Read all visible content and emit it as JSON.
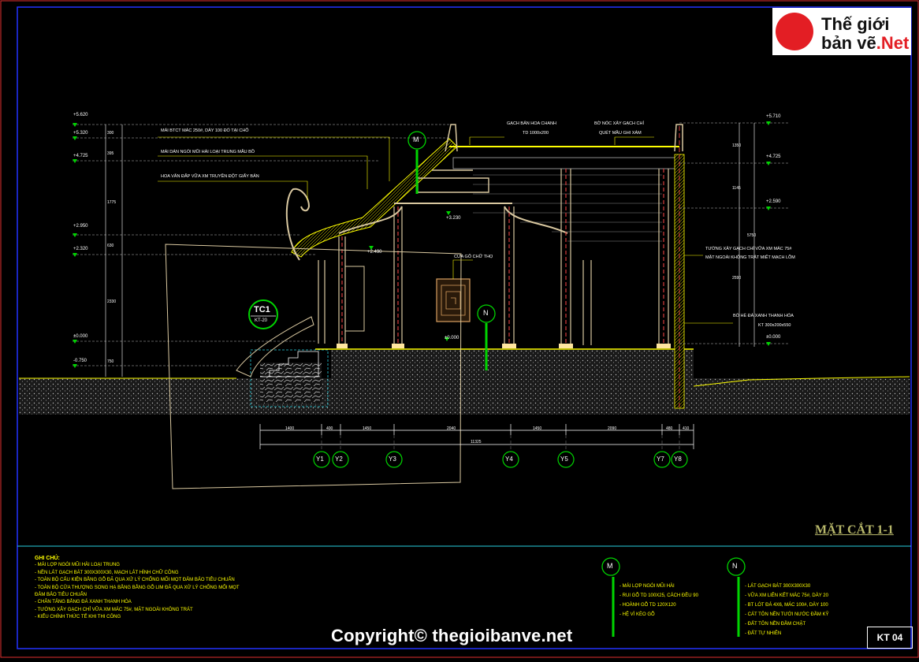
{
  "logo": {
    "line1": "Thế giới",
    "line2": "bản vẽ",
    "line2_suffix": ".Net"
  },
  "watermark": "Copyright© thegioibanve.net",
  "drawing_title": "MẶT CẮT 1-1",
  "sheet_number": "KT 04",
  "callout_tc1": {
    "label": "TC1",
    "ref": "KT-20"
  },
  "markers": {
    "m": "M",
    "n": "N"
  },
  "levels_left": [
    "+5.620",
    "+5.320",
    "+4.725",
    "+2.950",
    "+2.320",
    "±0.000",
    "-0.750"
  ],
  "levels_right": [
    "+5.710",
    "+4.725",
    "+2.590",
    "±0.000"
  ],
  "levels_inner": [
    "+2.490",
    "+3.230",
    "±0.000"
  ],
  "callouts_left": [
    "MÁI BTCT MÁC 250#, DÀY 100 ĐỔ TẠI CHỖ",
    "MÁI DÁN NGÓI MŨI HÀI LOẠI TRUNG MẪU BỒ",
    "HOA VĂN ĐẮP VỮA XM TRUYỀN ĐỘT GIẤY BẢN"
  ],
  "callouts_top": [
    {
      "line1": "GẠCH BẢN HOA CHANH",
      "line2": "TD 1000x200"
    },
    {
      "line1": "BỜ NÓC XÂY GẠCH CHỈ",
      "line2": "QUÉT MẦU GHI XÁM"
    }
  ],
  "callout_door": "CỬA GỖ CHỮ THỌ",
  "callouts_right": [
    {
      "line1": "TƯỜNG XÂY GẠCH CHỈ VỮA XM MÁC 75#",
      "line2": "MẶT NGOÀI KHÔNG TRÁT MIẾT MẠCH LÕM"
    },
    {
      "line1": "BÓ HÈ ĐÁ XANH THANH HÓA",
      "line2": "KT 300x200x550"
    }
  ],
  "dimensions": [
    "1400",
    "400",
    "1450",
    "2040",
    "1450",
    "2090",
    "480",
    "410"
  ],
  "total_dimension": "11325",
  "vertical_dims_left": [
    "300",
    "395",
    "1775",
    "630",
    "2330",
    "750"
  ],
  "vertical_dims_right": [
    "1350",
    "1145",
    "5750",
    "2590"
  ],
  "axes": [
    "Y1",
    "Y2",
    "Y3",
    "Y4",
    "Y5",
    "Y7",
    "Y8"
  ],
  "notes_title": "GHI CHÚ:",
  "notes": [
    "- MÁI LỢP NGÓI MŨI HÀI LOẠI TRUNG",
    "- NỀN LÁT GẠCH BÁT 300X300X30, MẠCH LÁT HÌNH CHỮ CÔNG",
    "- TOÀN BỘ CẤU KIỆN BẰNG GỖ ĐÃ QUA XỬ LÝ CHỐNG MỐI MỌT ĐẢM BẢO TIÊU CHUẨN",
    "- TOÀN BỘ CỬA THƯỢNG SONG HẠ BẰNG BẰNG GỖ LIM ĐÃ QUA XỬ LÝ CHỐNG MỐI MỌT",
    "  ĐẢM BẢO TIÊU CHUẨN",
    "- CHÂN TẢNG BẰNG ĐÁ XANH THANH HÓA",
    "- TƯỜNG XÂY GẠCH CHỈ VỮA XM MÁC 75#, MẶT NGOÀI KHÔNG TRÁT",
    "- KIỂU CHÍNH THỨC TẾ KHI THI CÔNG"
  ],
  "legend_m": [
    "- MÁI LỢP NGÓI MŨI HÀI",
    "- RUI GỖ TD 100X25, CÁCH ĐỀU 90",
    "- HOÀNH GỖ TD 120X120",
    "- HỆ VÌ KÈO GỖ"
  ],
  "legend_n": [
    "- LÁT GẠCH BÁT 300X300X30",
    "- VỮA XM LIÊN KẾT MÁC 75#, DÀY 20",
    "- BT LÓT ĐÁ 4X6, MÁC 100#, DÀY 100",
    "- CÁT TÔN NỀN TƯỚI NƯỚC ĐẦM KỸ",
    "- ĐẤT TÔN NỀN ĐẦM CHẶT",
    "- ĐẤT TỰ NHIÊN"
  ],
  "colors": {
    "frame": "#2233ff",
    "line": "#ffff00",
    "column": "#d63c3c",
    "marker": "#00d400",
    "guide": "#e8e8e8"
  }
}
